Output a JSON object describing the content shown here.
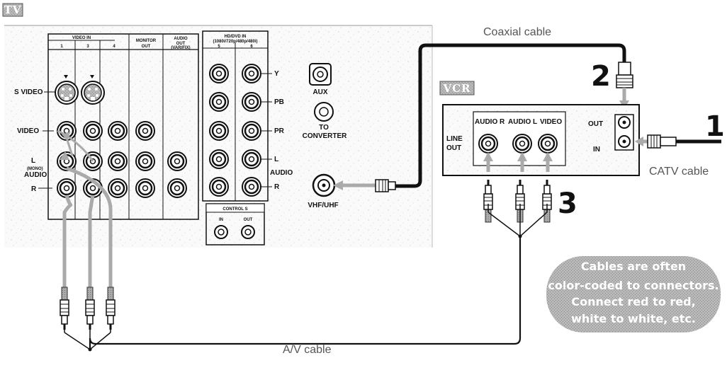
{
  "tv_badge": "TV",
  "vcr_badge": "VCR",
  "tv_panel": {
    "video_in_header": "VIDEO IN",
    "video_in_cols": [
      "1",
      "3",
      "4"
    ],
    "monitor_out_header": [
      "MONITOR",
      "OUT"
    ],
    "audio_out_header": [
      "AUDIO",
      "OUT",
      "(VAR/FIX)"
    ],
    "row_s_video": "S VIDEO",
    "row_video": "VIDEO",
    "row_l": "L",
    "row_mono": "(MONO)",
    "row_audio": "AUDIO",
    "row_r": "R"
  },
  "hd_panel": {
    "header": "HD/DVD IN",
    "subheader": "(1080i/720p/480p/480i)",
    "cols": [
      "5",
      "6"
    ],
    "rows": [
      "Y",
      "PB",
      "PR",
      "L",
      "R"
    ],
    "audio": "AUDIO"
  },
  "control_s": {
    "header": "CONTROL S",
    "in": "IN",
    "out": "OUT"
  },
  "rf": {
    "aux": "AUX",
    "to_converter_1": "TO",
    "to_converter_2": "CONVERTER",
    "vhf_uhf": "VHF/UHF"
  },
  "vcr": {
    "line_out_1": "LINE",
    "line_out_2": "OUT",
    "audio_r": "AUDIO R",
    "audio_l": "AUDIO L",
    "video": "VIDEO",
    "out": "OUT",
    "in": "IN"
  },
  "labels": {
    "coaxial": "Coaxial cable",
    "catv": "CATV cable",
    "av": "A/V cable"
  },
  "steps": [
    "1",
    "2",
    "3"
  ],
  "note": [
    "Cables are often",
    "color-coded to connectors.",
    "Connect red to red,",
    "white to white, etc."
  ]
}
